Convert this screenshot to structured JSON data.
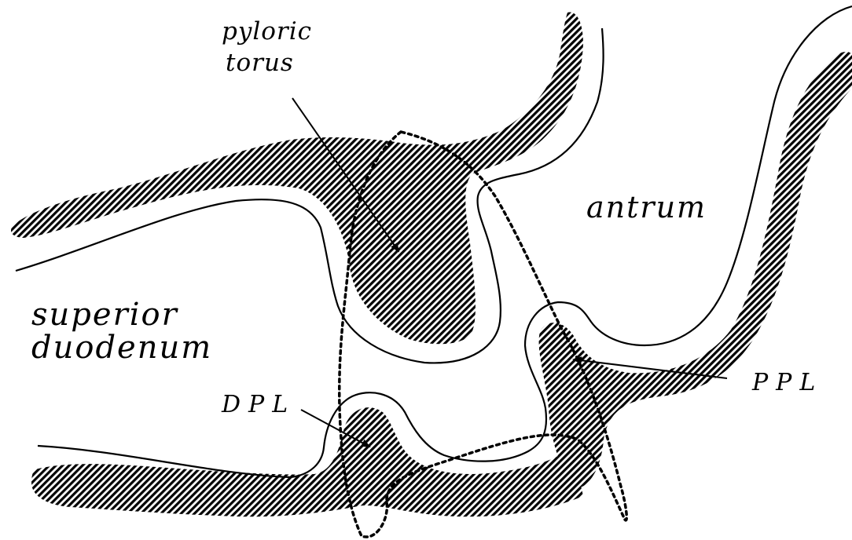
{
  "labels": {
    "pyloric_torus_line1": "pyloric",
    "pyloric_torus_line2": "torus",
    "antrum": "antrum",
    "superior_line1": "superior",
    "superior_line2": "duodenum",
    "dpl": "DPL",
    "ppl": "PPL"
  },
  "colors": {
    "ink": "#000000",
    "background": "#ffffff"
  },
  "fills": {
    "muscle": "diagonal hatching"
  },
  "line_styles": {
    "mucosa_outline": "solid",
    "pyloric_region": "dotted"
  }
}
